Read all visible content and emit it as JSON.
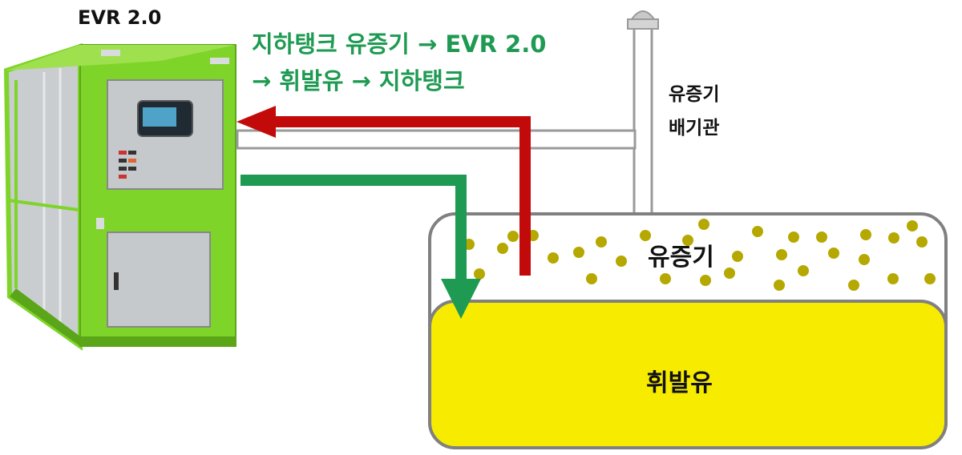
{
  "device": {
    "title": "EVR 2.0"
  },
  "flow": {
    "line1": "지하탱크 유증기 → EVR 2.0",
    "line2": "→ 휘발유 → 지하탱크"
  },
  "vent": {
    "line1": "유증기",
    "line2": "배기관"
  },
  "tank": {
    "vapor_label": "유증기",
    "liquid_label": "휘발유"
  },
  "colors": {
    "cabinet_green": "#7fd42a",
    "return_arrow": "#c30a0a",
    "supply_arrow": "#1e9a52",
    "gasoline": "#f7ec00",
    "vapor_dots": "#b5a800",
    "pipe_gray": "#9a9a9a"
  }
}
